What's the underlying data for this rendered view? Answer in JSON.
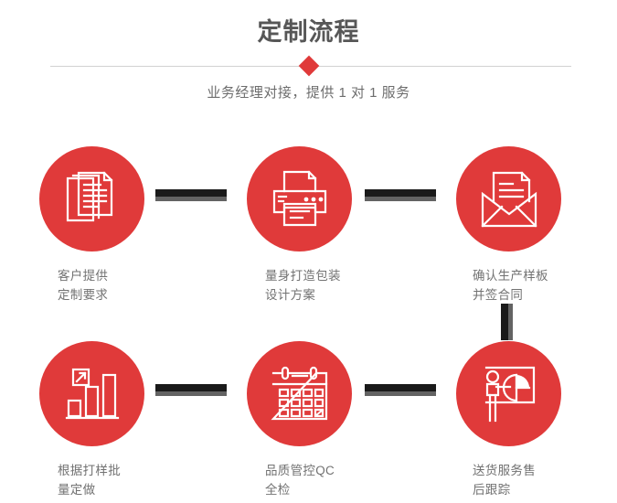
{
  "header": {
    "title": "定制流程",
    "subtitle": "业务经理对接，提供 1 对 1 服务",
    "accent_color": "#e03a3a",
    "divider_color": "#d2d2d2",
    "title_color": "#575757",
    "subtitle_color": "#6d6d6d"
  },
  "flow": {
    "connector_dark_color": "#1a1a1a",
    "connector_gray_color": "#636363",
    "circle_color": "#e03a3a",
    "caption_color": "#727272",
    "steps": [
      {
        "index": 1,
        "icon": "stacked-documents-icon",
        "caption": "客户提供\n定制要求"
      },
      {
        "index": 2,
        "icon": "printer-icon",
        "caption": "量身打造包装\n设计方案"
      },
      {
        "index": 3,
        "icon": "open-envelope-letter-icon",
        "caption": "确认生产样板\n并签合同"
      },
      {
        "index": 4,
        "icon": "bar-chart-growth-icon",
        "caption": "根据打样批\n量定做"
      },
      {
        "index": 5,
        "icon": "calendar-check-icon",
        "caption": "品质管控QC\n全检"
      },
      {
        "index": 6,
        "icon": "presenter-pie-chart-icon",
        "caption": "送货服务售\n后跟踪"
      }
    ],
    "connectors": [
      {
        "name": "connector-step1-step2",
        "orientation": "horizontal"
      },
      {
        "name": "connector-step2-step3",
        "orientation": "horizontal"
      },
      {
        "name": "connector-step3-step6",
        "orientation": "vertical"
      },
      {
        "name": "connector-step4-step5",
        "orientation": "horizontal"
      },
      {
        "name": "connector-step5-step6",
        "orientation": "horizontal"
      }
    ]
  }
}
